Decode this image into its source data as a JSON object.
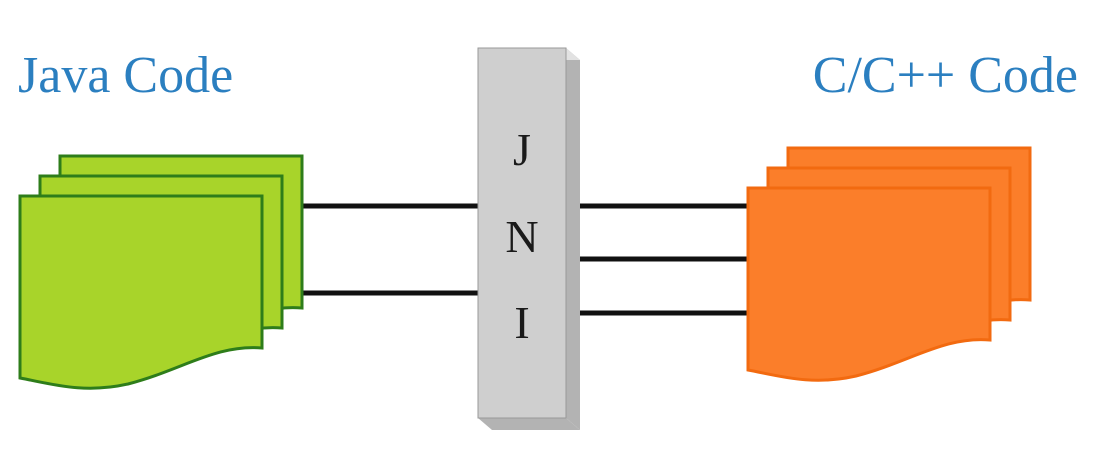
{
  "left": {
    "title": "Java Code",
    "fill": "#a8d42a",
    "stroke": "#2e7d1a"
  },
  "right": {
    "title": "C/C++ Code",
    "fill": "#fb7e2a",
    "stroke": "#f26a10"
  },
  "bridge": {
    "letters": [
      "J",
      "N",
      "I"
    ],
    "face": "#cfcfcf",
    "side": "#b3b3b3",
    "top": "#e2e2e2"
  },
  "colors": {
    "title": "#2b7fc0",
    "connector": "#111111"
  }
}
